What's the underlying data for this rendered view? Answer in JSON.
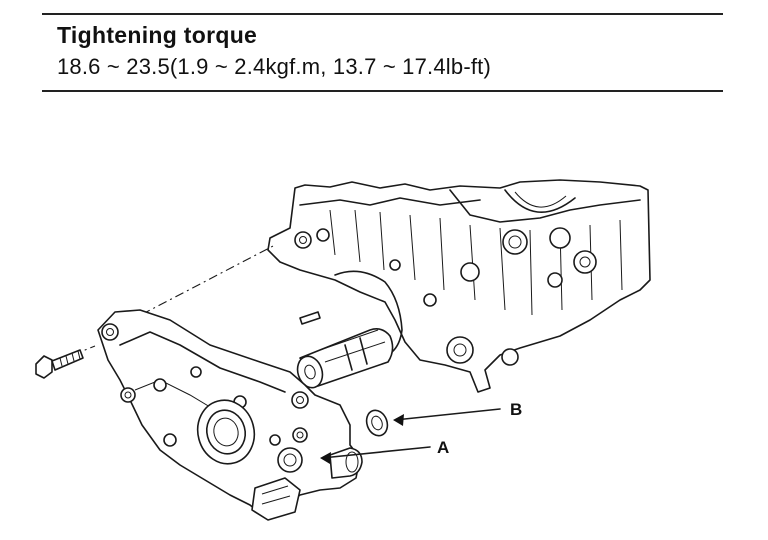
{
  "spec": {
    "title": "Tightening torque",
    "value": "18.6 ~ 23.5(1.9 ~ 2.4kgf.m, 13.7 ~ 17.4lb-ft)"
  },
  "diagram": {
    "callouts": {
      "a": "A",
      "b": "B"
    }
  }
}
